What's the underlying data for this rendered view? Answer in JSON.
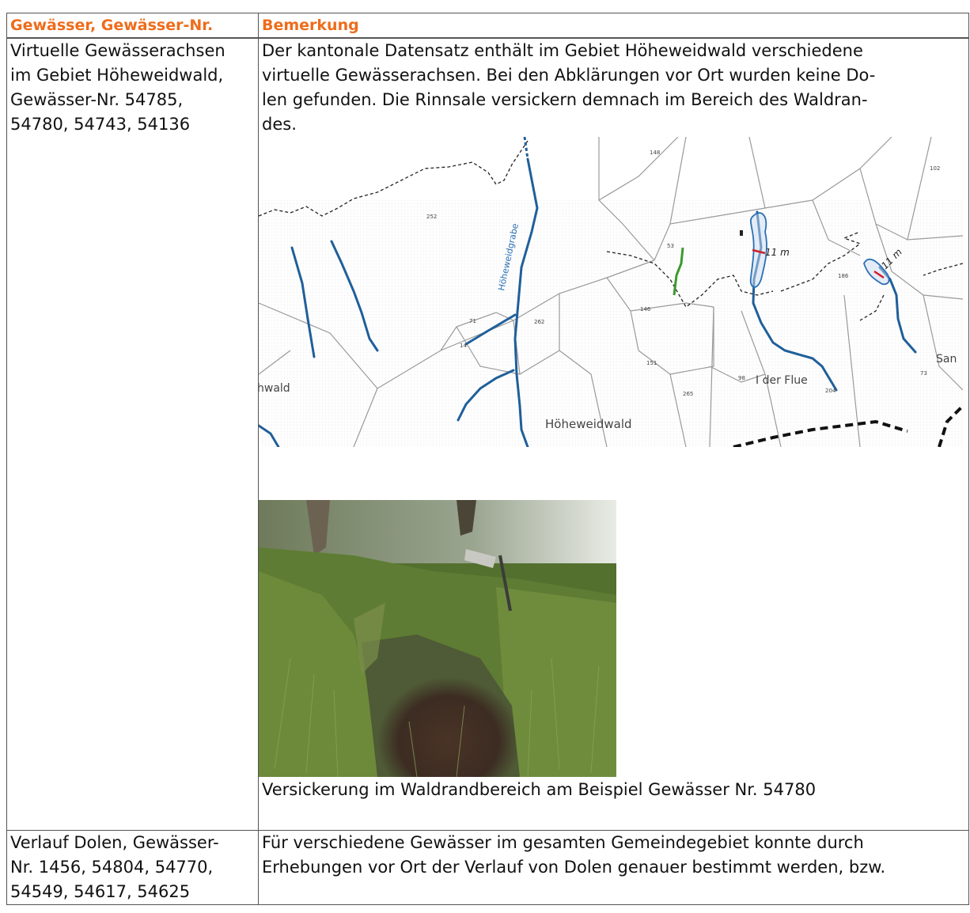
{
  "table": {
    "headers": [
      "Gewässer, Gewässer-Nr.",
      "Bemerkung"
    ],
    "rows": [
      {
        "left": [
          "Virtuelle Gewässerachsen",
          "im Gebiet Höheweidwald,",
          "Gewässer-Nr. 54785,",
          "54780, 54743, 54136"
        ],
        "right": [
          "Der kantonale Datensatz enthält im Gebiet Höheweidwald verschiedene",
          "virtuelle Gewässerachsen. Bei den Abklärungen vor Ort wurden keine Do-",
          "len gefunden. Die Rinnsale versickern demnach im Bereich des Waldran-",
          "des."
        ],
        "caption": "Versickerung im Waldrandbereich am Beispiel Gewässer Nr. 54780"
      },
      {
        "left": [
          "Verlauf Dolen, Gewässer-",
          "Nr. 1456, 54804, 54770,",
          "54549, 54617, 54625"
        ],
        "right": [
          "Für verschiedene Gewässer im gesamten Gemeindegebiet konnte durch",
          "Erhebungen vor Ort der Verlauf von Dolen genauer bestimmt werden, bzw."
        ]
      }
    ]
  },
  "map": {
    "labels": {
      "stream": "Höheweidgrabe",
      "forest": "Höheweidwald",
      "forest_left": "hwald",
      "place": "I der Flue",
      "place_right": "San",
      "dist1": "11 m",
      "dist2": "11 m"
    },
    "parcels": [
      "148",
      "102",
      "252",
      "53",
      "186",
      "71",
      "262",
      "146",
      "14",
      "151",
      "98",
      "265",
      "204",
      "73"
    ],
    "colors": {
      "stream": "#1f5f9a",
      "green_axis": "#3a9a2c",
      "parcel_line": "#9a9a9a",
      "forest_edge": "#222222",
      "grid": "#efefef",
      "marker": "#d0202a"
    }
  }
}
